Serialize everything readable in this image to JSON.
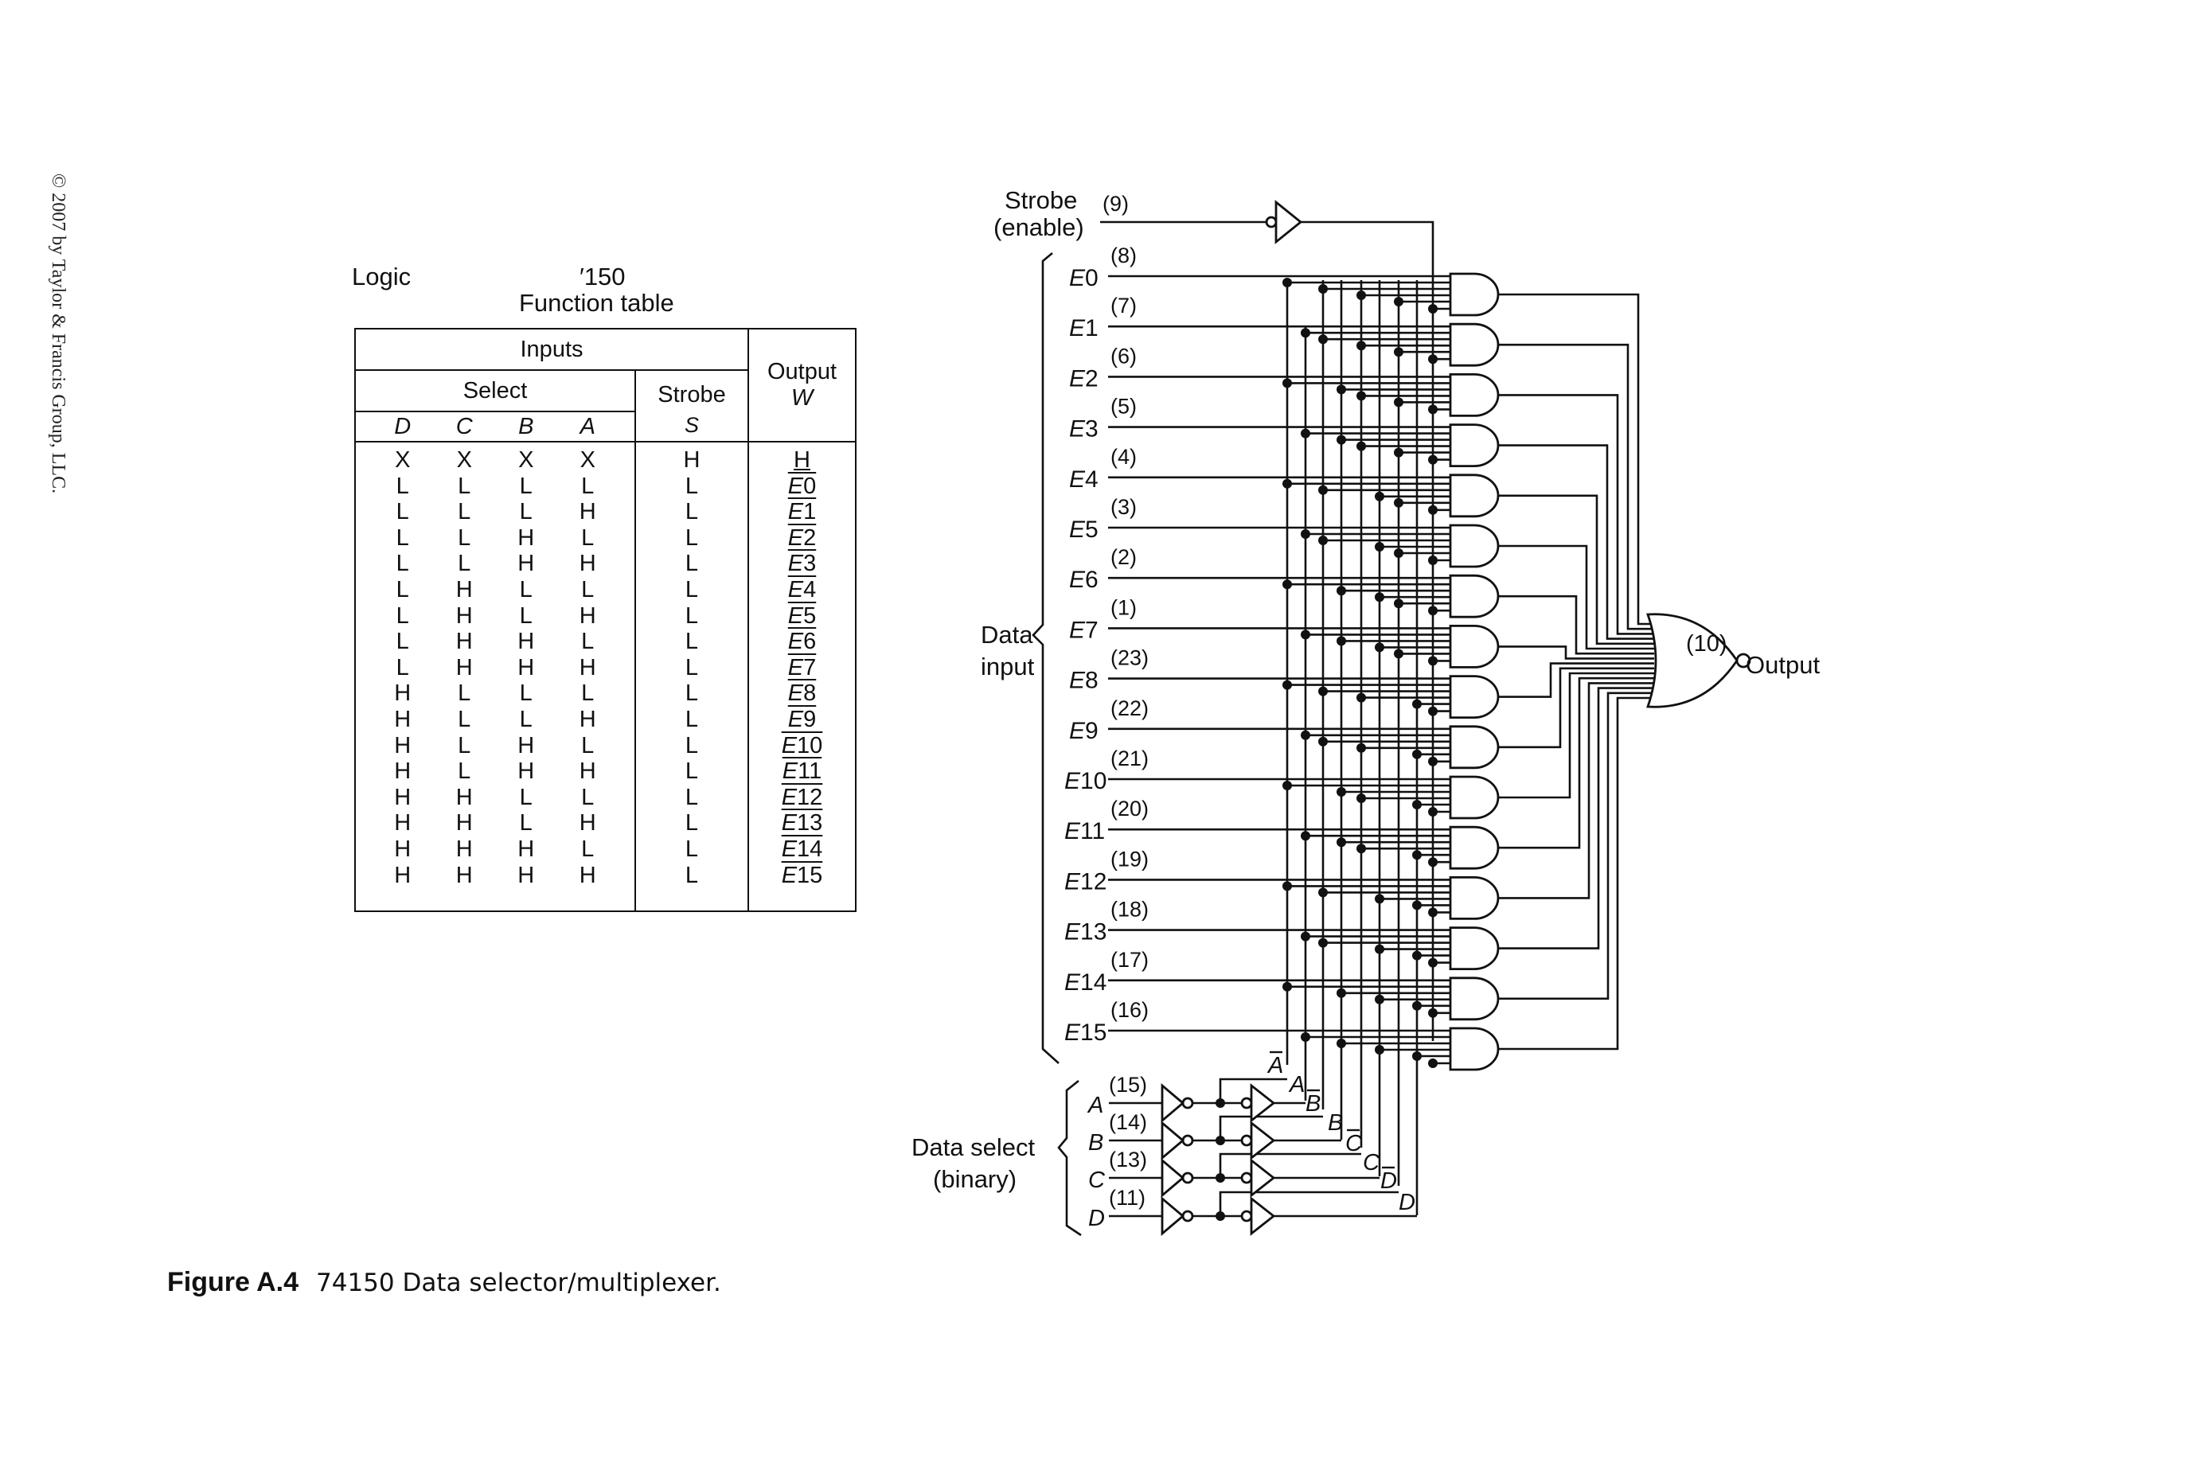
{
  "copyright": "© 2007 by Taylor & Francis Group, LLC.",
  "table": {
    "logic_label": "Logic",
    "part_label": "′150",
    "title": "Function table",
    "header_inputs": "Inputs",
    "header_select": "Select",
    "header_strobe": "Strobe",
    "header_output": "Output",
    "header_output_var": "W",
    "select_vars": [
      "D",
      "C",
      "B",
      "A"
    ],
    "strobe_var": "S",
    "rows": [
      {
        "D": "X",
        "C": "X",
        "B": "X",
        "A": "X",
        "S": "H",
        "W": "H",
        "W_inverted": false
      },
      {
        "D": "L",
        "C": "L",
        "B": "L",
        "A": "L",
        "S": "L",
        "W": "E0",
        "W_inverted": true
      },
      {
        "D": "L",
        "C": "L",
        "B": "L",
        "A": "H",
        "S": "L",
        "W": "E1",
        "W_inverted": true
      },
      {
        "D": "L",
        "C": "L",
        "B": "H",
        "A": "L",
        "S": "L",
        "W": "E2",
        "W_inverted": true
      },
      {
        "D": "L",
        "C": "L",
        "B": "H",
        "A": "H",
        "S": "L",
        "W": "E3",
        "W_inverted": true
      },
      {
        "D": "L",
        "C": "H",
        "B": "L",
        "A": "L",
        "S": "L",
        "W": "E4",
        "W_inverted": true
      },
      {
        "D": "L",
        "C": "H",
        "B": "L",
        "A": "H",
        "S": "L",
        "W": "E5",
        "W_inverted": true
      },
      {
        "D": "L",
        "C": "H",
        "B": "H",
        "A": "L",
        "S": "L",
        "W": "E6",
        "W_inverted": true
      },
      {
        "D": "L",
        "C": "H",
        "B": "H",
        "A": "H",
        "S": "L",
        "W": "E7",
        "W_inverted": true
      },
      {
        "D": "H",
        "C": "L",
        "B": "L",
        "A": "L",
        "S": "L",
        "W": "E8",
        "W_inverted": true
      },
      {
        "D": "H",
        "C": "L",
        "B": "L",
        "A": "H",
        "S": "L",
        "W": "E9",
        "W_inverted": true
      },
      {
        "D": "H",
        "C": "L",
        "B": "H",
        "A": "L",
        "S": "L",
        "W": "E10",
        "W_inverted": true
      },
      {
        "D": "H",
        "C": "L",
        "B": "H",
        "A": "H",
        "S": "L",
        "W": "E11",
        "W_inverted": true
      },
      {
        "D": "H",
        "C": "H",
        "B": "L",
        "A": "L",
        "S": "L",
        "W": "E12",
        "W_inverted": true
      },
      {
        "D": "H",
        "C": "H",
        "B": "L",
        "A": "H",
        "S": "L",
        "W": "E13",
        "W_inverted": true
      },
      {
        "D": "H",
        "C": "H",
        "B": "H",
        "A": "L",
        "S": "L",
        "W": "E14",
        "W_inverted": true
      },
      {
        "D": "H",
        "C": "H",
        "B": "H",
        "A": "H",
        "S": "L",
        "W": "E15",
        "W_inverted": true
      }
    ]
  },
  "circuit": {
    "strobe_label_line1": "Strobe",
    "strobe_label_line2": "(enable)",
    "strobe_pin": "(9)",
    "data_input_label_line1": "Data",
    "data_input_label_line2": "input",
    "data_inputs": [
      {
        "name": "E0",
        "pin": "(8)"
      },
      {
        "name": "E1",
        "pin": "(7)"
      },
      {
        "name": "E2",
        "pin": "(6)"
      },
      {
        "name": "E3",
        "pin": "(5)"
      },
      {
        "name": "E4",
        "pin": "(4)"
      },
      {
        "name": "E5",
        "pin": "(3)"
      },
      {
        "name": "E6",
        "pin": "(2)"
      },
      {
        "name": "E7",
        "pin": "(1)"
      },
      {
        "name": "E8",
        "pin": "(23)"
      },
      {
        "name": "E9",
        "pin": "(22)"
      },
      {
        "name": "E10",
        "pin": "(21)"
      },
      {
        "name": "E11",
        "pin": "(20)"
      },
      {
        "name": "E12",
        "pin": "(19)"
      },
      {
        "name": "E13",
        "pin": "(18)"
      },
      {
        "name": "E14",
        "pin": "(17)"
      },
      {
        "name": "E15",
        "pin": "(16)"
      }
    ],
    "data_select_label_line1": "Data select",
    "data_select_label_line2": "(binary)",
    "select_inputs": [
      {
        "name": "A",
        "pin": "(15)"
      },
      {
        "name": "B",
        "pin": "(14)"
      },
      {
        "name": "C",
        "pin": "(13)"
      },
      {
        "name": "D",
        "pin": "(11)"
      }
    ],
    "bus_labels": [
      {
        "name": "A",
        "inverted": true
      },
      {
        "name": "A",
        "inverted": false
      },
      {
        "name": "B",
        "inverted": true
      },
      {
        "name": "B",
        "inverted": false
      },
      {
        "name": "C",
        "inverted": true
      },
      {
        "name": "C",
        "inverted": false
      },
      {
        "name": "D",
        "inverted": true
      },
      {
        "name": "D",
        "inverted": false
      }
    ],
    "output_pin": "(10)",
    "output_label": "Output"
  },
  "caption": {
    "figure_label": "Figure A.4",
    "description": "74150 Data selector/multiplexer."
  }
}
